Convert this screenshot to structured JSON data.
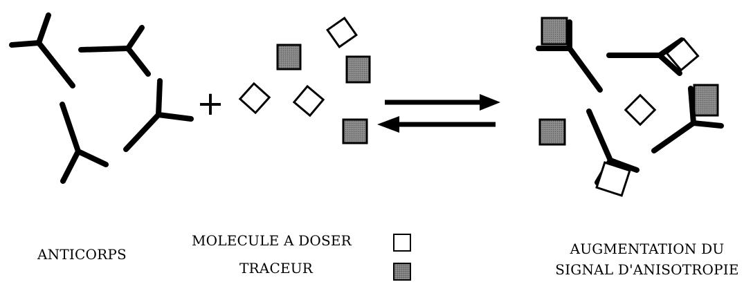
{
  "labels": {
    "anticorps": "ANTICORPS",
    "molecule": "MOLECULE A DOSER",
    "traceur": "TRACEUR",
    "result_line1": "AUGMENTATION DU",
    "result_line2": "SIGNAL D'ANISOTROPIE",
    "plus": "+"
  },
  "legend": [
    {
      "key": "molecule",
      "fill": "empty"
    },
    {
      "key": "traceur",
      "fill": "filled"
    }
  ],
  "colors": {
    "stroke": "#000000",
    "tracer_fill": "#8e8e8e",
    "molecule_fill": "#ffffff",
    "background": "#ffffff"
  },
  "reaction": {
    "type": "equilibrium",
    "forward_arrow": "right",
    "reverse_arrow": "left"
  }
}
